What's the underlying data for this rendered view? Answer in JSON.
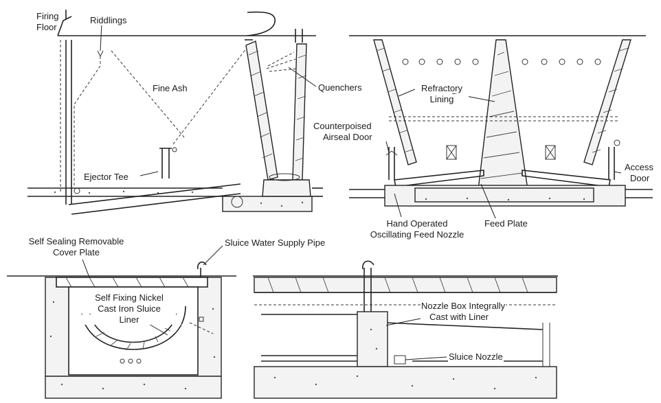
{
  "labels": {
    "firing_floor_1": "Firing",
    "firing_floor_2": "Floor",
    "riddlings": "Riddlings",
    "fine_ash": "Fine Ash",
    "quenchers": "Quenchers",
    "refractory_lining_1": "Refractory",
    "refractory_lining_2": "Lining",
    "counterpoised_door_1": "Counterpoised",
    "counterpoised_door_2": "Airseal Door",
    "access_door_1": "Access",
    "access_door_2": "Door",
    "ejector_tee": "Ejector Tee",
    "hand_operated_1": "Hand Operated",
    "hand_operated_2": "Oscillating Feed Nozzle",
    "feed_plate": "Feed Plate",
    "self_sealing_1": "Self Sealing Removable",
    "self_sealing_2": "Cover Plate",
    "sluice_water_supply_pipe": "Sluice Water Supply Pipe",
    "self_fixing_1": "Self Fixing Nickel",
    "self_fixing_2": "Cast Iron Sluice",
    "self_fixing_3": "Liner",
    "nozzle_box_1": "Nozzle Box Integrally",
    "nozzle_box_2": "Cast with Liner",
    "sluice_nozzle": "Sluice Nozzle"
  },
  "colors": {
    "ink": "#222222",
    "paper": "#ffffff"
  }
}
